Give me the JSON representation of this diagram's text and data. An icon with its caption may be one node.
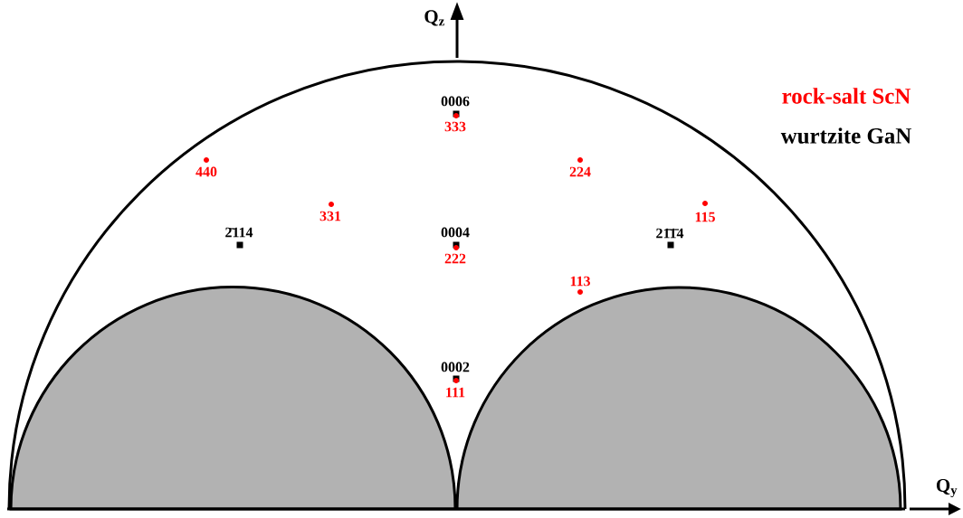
{
  "diagram": {
    "labels": [
      "Q$_{z}$",
      "0006",
      "333",
      "440",
      "224",
      "331",
      "2̄114",
      "0004",
      "115",
      "21̄1̄4",
      "222",
      "113",
      "0002",
      "111",
      "Q$_{y}$"
    ],
    "legend": [
      {
        "text": "rock-salt ScN",
        "color": "#ff0000"
      },
      {
        "text": "wurtzite GaN",
        "color": "#000000"
      }
    ]
  }
}
